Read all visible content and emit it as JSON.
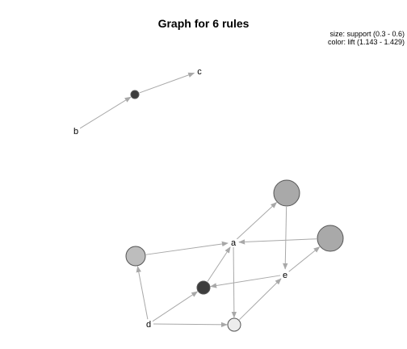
{
  "title": "Graph for 6 rules",
  "legend": {
    "size_text": "size: support (0.3 - 0.6)",
    "color_text": "color: lift (1.143 - 1.429)"
  },
  "colors": {
    "background": "#ffffff",
    "edge": "#a8a8a8",
    "node_stroke": "#555555"
  },
  "items": [
    {
      "id": "a",
      "label": "a"
    },
    {
      "id": "b",
      "label": "b"
    },
    {
      "id": "c",
      "label": "c"
    },
    {
      "id": "d",
      "label": "d"
    },
    {
      "id": "e",
      "label": "e"
    }
  ],
  "rules": [
    {
      "id": "r1",
      "lhs": [
        "b"
      ],
      "rhs": [
        "c"
      ],
      "fill": "#3d3d3d",
      "size_level": "smallest"
    },
    {
      "id": "r2",
      "lhs": [
        "e"
      ],
      "rhs": [
        "a"
      ],
      "fill": "#a9a9a9",
      "size_level": "largest"
    },
    {
      "id": "r3",
      "lhs": [
        "a"
      ],
      "rhs": [
        "e"
      ],
      "fill": "#a9a9a9",
      "size_level": "largest"
    },
    {
      "id": "r4",
      "lhs": [
        "d"
      ],
      "rhs": [
        "a"
      ],
      "fill": "#bdbdbd",
      "size_level": "medium"
    },
    {
      "id": "r5",
      "lhs": [
        "d",
        "e"
      ],
      "rhs": [
        "a"
      ],
      "fill": "#3d3d3d",
      "size_level": "small"
    },
    {
      "id": "r6",
      "lhs": [
        "d",
        "a"
      ],
      "rhs": [
        "e"
      ],
      "fill": "#ececec",
      "size_level": "small"
    }
  ]
}
